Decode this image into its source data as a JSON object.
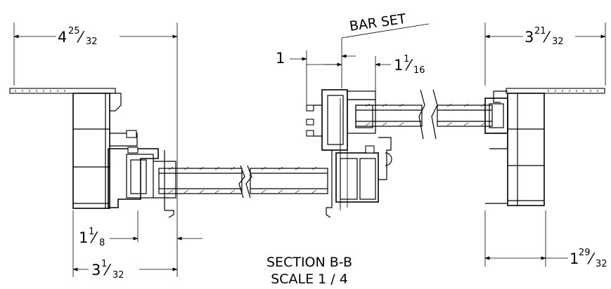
{
  "labels": {
    "top_left_dim": {
      "whole": "4",
      "num": "25",
      "den": "32"
    },
    "top_right_dim": {
      "whole": "3",
      "num": "21",
      "den": "32"
    },
    "bar_set": "BAR SET",
    "dim_one": "1",
    "dim_one_sixteenth": {
      "whole": "1",
      "num": "1",
      "den": "16"
    },
    "dim_one_eighth": {
      "whole": "1",
      "num": "1",
      "den": "8"
    },
    "dim_three_thirtysecond": {
      "whole": "3",
      "num": "1",
      "den": "32"
    },
    "dim_one_twentynine": {
      "whole": "1",
      "num": "29",
      "den": "32"
    },
    "section_title": "SECTION B-B",
    "scale": "SCALE 1 / 4"
  }
}
